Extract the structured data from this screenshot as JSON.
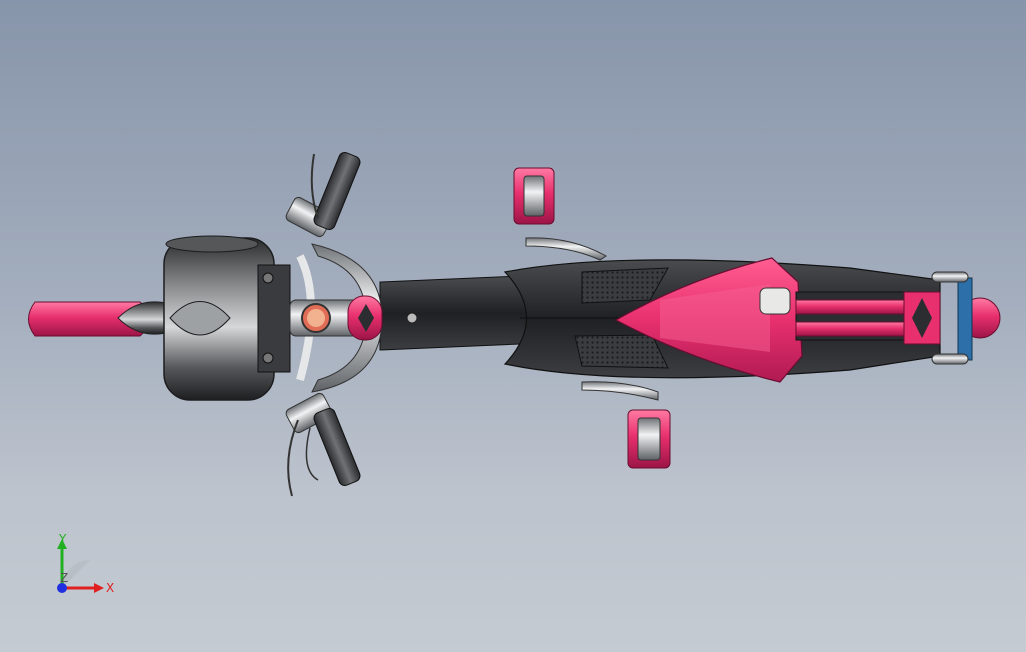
{
  "viewport": {
    "background_top": "#8795aa",
    "background_bottom": "#c5cbd2"
  },
  "model": {
    "primary_color": "#e8306e",
    "dark_color": "#2b2d30",
    "chrome_color": "#d9dcdf",
    "accent_blue": "#2d6fa8"
  },
  "triad": {
    "x_label": "X",
    "y_label": "Y",
    "z_label": "Z",
    "x_color": "#e02020",
    "y_color": "#20b020",
    "z_color": "#2030e0"
  }
}
